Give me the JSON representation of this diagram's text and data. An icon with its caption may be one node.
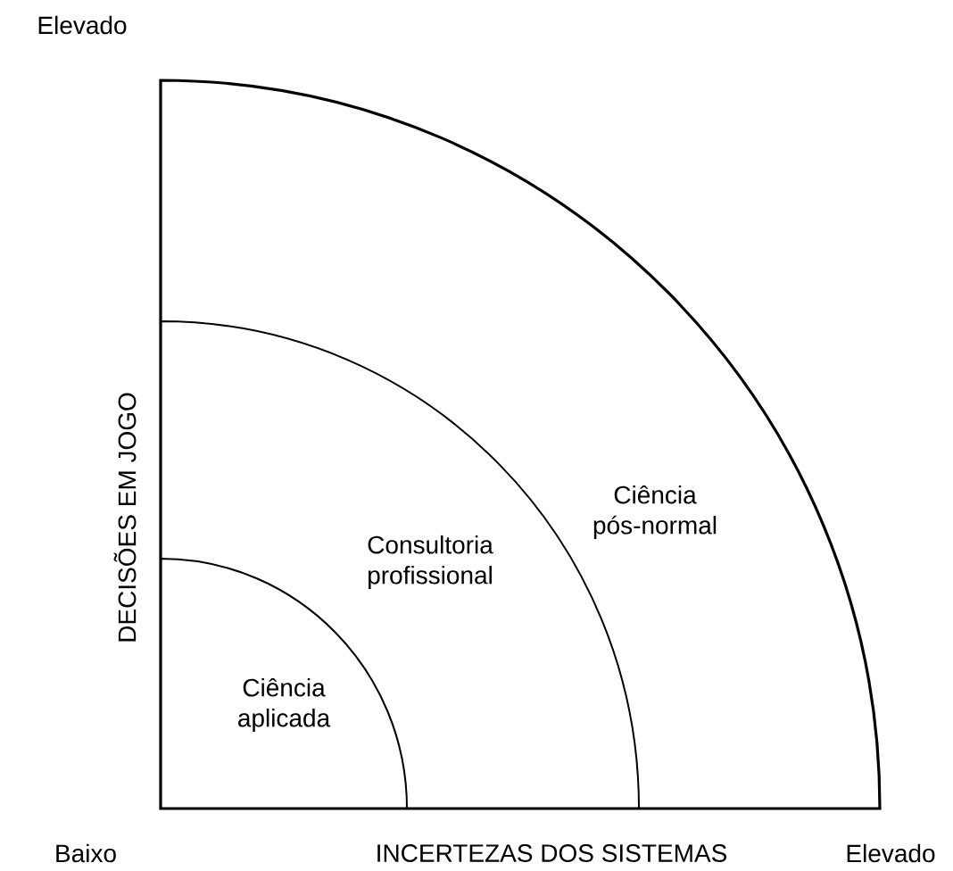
{
  "diagram": {
    "nodes": [
      {
        "text": [
          "Ciência pós-normal"
        ]
      },
      {
        "text": [
          "Consultoria profissional"
        ],
        "in": 0
      },
      {
        "text": [
          "Ciência aplicada"
        ],
        "in": 1
      }
    ],
    "labels": [
      "Elevado",
      "DECISÕES EM JOGO",
      "Baixo",
      "INCERTEZAS DOS SISTEMAS",
      "Elevado"
    ]
  }
}
